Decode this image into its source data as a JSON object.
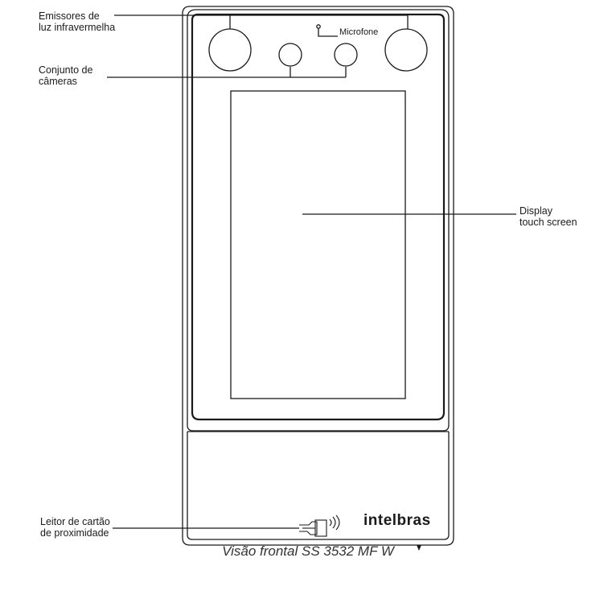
{
  "labels": {
    "ir_emitters": [
      "Emissores de",
      "luz infravermelha"
    ],
    "cameras": [
      "Conjunto de",
      "câmeras"
    ],
    "microphone": "Microfone",
    "display": [
      "Display",
      "touch screen"
    ],
    "card_reader": [
      "Leitor de cartão",
      "de proximidade"
    ]
  },
  "brand": "intelbras",
  "caption": "Visão frontal SS 3532 MF W",
  "colors": {
    "line": "#1a1a1a",
    "background": "#ffffff"
  },
  "icons": {
    "card_reader": "contactless-card-icon"
  }
}
